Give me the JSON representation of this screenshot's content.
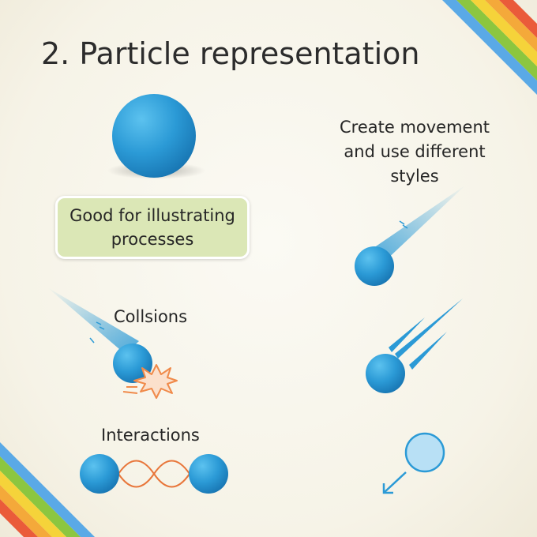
{
  "title": "2. Particle representation",
  "good_for_label": "Good for illustrating processes",
  "movement_text": "Create movement and use different styles",
  "collisions_label": "Collsions",
  "interactions_label": "Interactions",
  "colors": {
    "particle_blue": "#2b9ad6",
    "particle_light": "#b8e0f5",
    "label_green": "#dbe7b6",
    "spark_orange": "#f08a4a",
    "wave_orange": "#e8763a"
  },
  "decorations": [
    "rainbow-stripes-top-right",
    "rainbow-stripes-bottom-left"
  ]
}
